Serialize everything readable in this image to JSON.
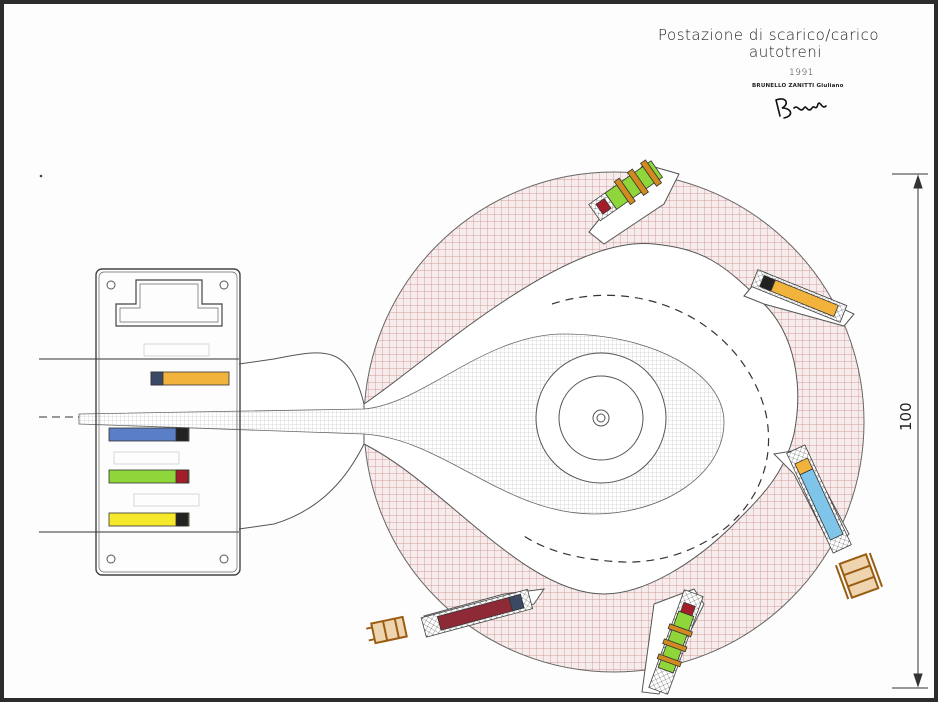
{
  "title": {
    "line1": "Postazione di scarico/carico",
    "line2": "autotreni",
    "year": "1991",
    "authors": "BRUNELLO ZANITTI Giuliano"
  },
  "dimension": {
    "label": "100"
  },
  "colors": {
    "paving_fill": "#f6ecec",
    "paving_grid": "#c98282",
    "roadway": "#ffffff",
    "line": "#444444",
    "forklift": "#d18a1f",
    "trailer_orange": "#f2b33d",
    "trailer_blue": "#5b7fc6",
    "trailer_green": "#8fd63a",
    "trailer_yellow": "#f6e82a",
    "trailer_darkred": "#8e2a35",
    "trailer_lightblue": "#7fc5ea",
    "cab_dark": "#3a4a64",
    "cab_red": "#a51d2a"
  },
  "parked_trailers": [
    {
      "color": "#f2b33d",
      "cab": "left"
    },
    {
      "color": "#5b7fc6",
      "cab": "right"
    },
    {
      "color": "#8fd63a",
      "cab": "right"
    },
    {
      "color": "#f6e82a",
      "cab": "right"
    }
  ],
  "bays": [
    {
      "label": "bay-north",
      "color": "#8fd63a"
    },
    {
      "label": "bay-north-east",
      "color": "#f2b33d"
    },
    {
      "label": "bay-east",
      "color": "#7fc5ea"
    },
    {
      "label": "bay-south-east",
      "color": "#8fd63a"
    },
    {
      "label": "bay-south",
      "color": "#8e2a35"
    }
  ]
}
